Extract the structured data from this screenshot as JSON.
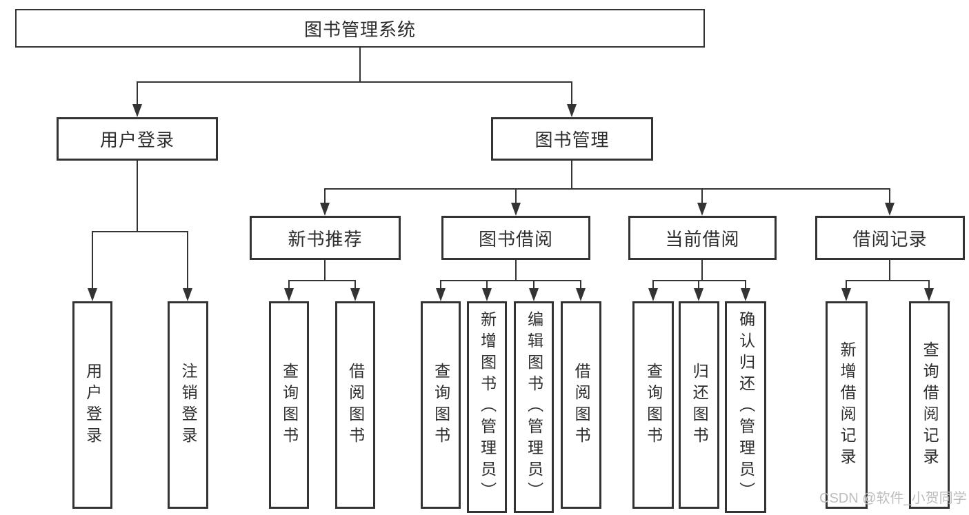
{
  "tree": {
    "label": "图书管理系统",
    "children": [
      {
        "label": "用户登录",
        "children": [
          {
            "label": "用户登录"
          },
          {
            "label": "注销登录"
          }
        ]
      },
      {
        "label": "图书管理",
        "children": [
          {
            "label": "新书推荐",
            "children": [
              {
                "label": "查询图书"
              },
              {
                "label": "借阅图书"
              }
            ]
          },
          {
            "label": "图书借阅",
            "children": [
              {
                "label": "查询图书"
              },
              {
                "label": "新增图书（管理员）"
              },
              {
                "label": "编辑图书（管理员）"
              },
              {
                "label": "借阅图书"
              }
            ]
          },
          {
            "label": "当前借阅",
            "children": [
              {
                "label": "查询图书"
              },
              {
                "label": "归还图书"
              },
              {
                "label": "确认归还（管理员）"
              }
            ]
          },
          {
            "label": "借阅记录",
            "children": [
              {
                "label": "新增借阅记录"
              },
              {
                "label": "查询借阅记录"
              }
            ]
          }
        ]
      }
    ]
  },
  "watermark": {
    "text": "CSDN @软件_小贺同学"
  },
  "colors": {
    "line": "#333333",
    "text": "#2d2d2d",
    "watermark": "#bdbdbd",
    "bg": "#ffffff"
  }
}
